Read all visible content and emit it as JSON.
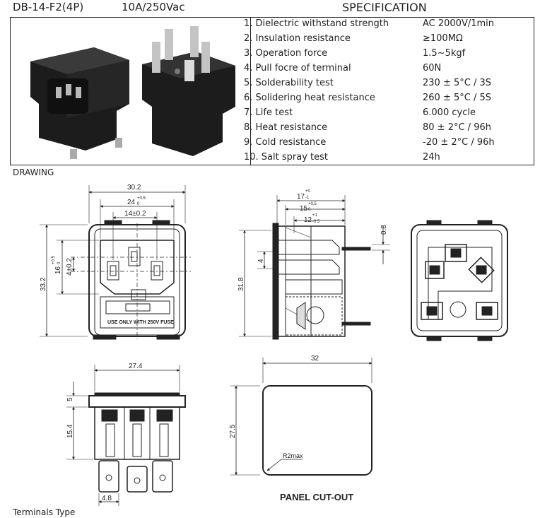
{
  "header": {
    "model": "DB-14-F2(4P)",
    "rating": "10A/250Vac",
    "title": "SPECIFICATION"
  },
  "spec": [
    {
      "label": "1.  Dielectric withstand strength",
      "value": "AC 2000V/1min"
    },
    {
      "label": "2.  Insulation resistance",
      "value": "≥100MΩ"
    },
    {
      "label": "3.  Operation force",
      "value": "1.5~5kgf"
    },
    {
      "label": "4.  Pull focre of terminal",
      "value": "60N"
    },
    {
      "label": "5.  Solderability test",
      "value": "230 ± 5°C / 3S"
    },
    {
      "label": "6.  Solidering heat resistance",
      "value": "260 ± 5°C / 5S"
    },
    {
      "label": "7.  Life test",
      "value": "6.000 cycle"
    },
    {
      "label": "8.  Heat resistance",
      "value": "80 ± 2°C / 96h"
    },
    {
      "label": "9.  Cold resistance",
      "value": "-20 ± 2°C / 96h"
    },
    {
      "label": "10. Salt spray test",
      "value": "24h"
    }
  ],
  "sections": {
    "drawing": "DRAWING",
    "terminals": "Terminals Type"
  },
  "front_view": {
    "dim_width": "30.2",
    "dim_inner": "24",
    "dim_inner_tol": "+0.5",
    "dim_inner_tol2": "0",
    "dim_pin": "14±0.2",
    "dim_height": "33.2",
    "dim_left1": "16",
    "dim_left1_tol": "+0.5",
    "dim_left1_tol2": "0",
    "dim_left2": "4±0.2",
    "fuse_text": "USE ONLY WITH 250V FUSE"
  },
  "side_view": {
    "dim_17": "17",
    "dim_17_tol": "+0",
    "dim_17_tol2": "-1",
    "dim_15": "15",
    "dim_15_tol": "+0.5",
    "dim_15_tol2": "0",
    "dim_12": "12",
    "dim_12_tol": "+1",
    "dim_12_tol2": "-0.5",
    "dim_08": "0.8",
    "dim_4": "4",
    "dim_318": "31.8"
  },
  "bottom_view": {
    "dim_274": "27.4",
    "dim_5": "5",
    "dim_154": "15.4",
    "dim_48": "4.8"
  },
  "cutout": {
    "dim_32": "32",
    "dim_275": "27.5",
    "radius": "R2max",
    "label": "PANEL CUT-OUT"
  }
}
